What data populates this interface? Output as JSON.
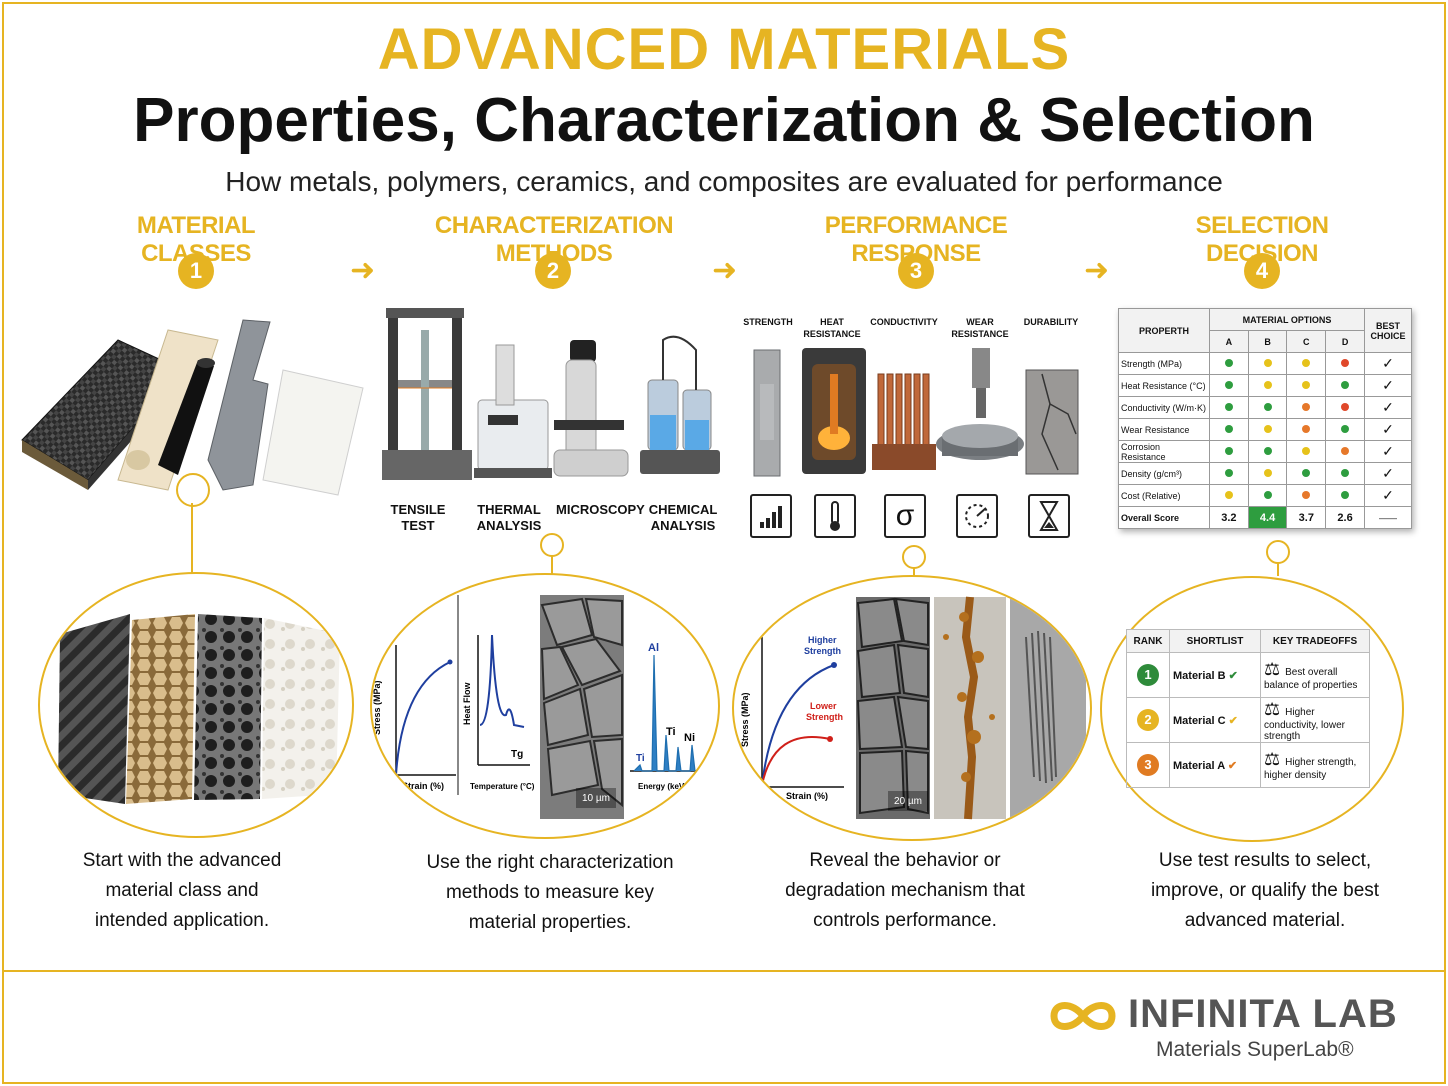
{
  "header": {
    "title": "ADVANCED MATERIALS",
    "subtitle": "Properties, Characterization & Selection",
    "tagline": "How metals, polymers, ceramics, and composites are evaluated for performance"
  },
  "steps": [
    {
      "number": "1",
      "heading": "MATERIAL CLASSES",
      "caption": [
        "Start with the advanced",
        "material class and",
        "intended application."
      ]
    },
    {
      "number": "2",
      "heading": "CHARACTERIZATION METHODS",
      "caption": [
        "Use the right characterization",
        "methods to measure key",
        "material properties."
      ]
    },
    {
      "number": "3",
      "heading": "PERFORMANCE RESPONSE",
      "caption": [
        "Reveal the behavior or",
        "degradation mechanism that",
        "controls performance."
      ]
    },
    {
      "number": "4",
      "heading": "SELECTION DECISION",
      "caption": [
        "Use test results to select,",
        "improve, or qualify the best",
        "advanced material."
      ]
    }
  ],
  "methods": [
    [
      "TENSILE",
      "TEST"
    ],
    [
      "THERMAL",
      "ANALYSIS"
    ],
    [
      "MICROSCOPY",
      ""
    ],
    [
      "CHEMICAL",
      "ANALYSIS"
    ]
  ],
  "responses": [
    {
      "label": [
        "STRENGTH",
        ""
      ],
      "icon": "bar-chart-icon"
    },
    {
      "label": [
        "HEAT",
        "RESISTANCE"
      ],
      "icon": "thermometer-icon"
    },
    {
      "label": [
        "CONDUCTIVITY",
        ""
      ],
      "icon": "sigma-icon"
    },
    {
      "label": [
        "WEAR",
        "RESISTANCE"
      ],
      "icon": "wear-icon"
    },
    {
      "label": [
        "DURABILITY",
        ""
      ],
      "icon": "hourglass-icon"
    }
  ],
  "plots": {
    "tensile": {
      "ylabel": "Stress (MPa)",
      "xlabel": "Strain (%)"
    },
    "thermal": {
      "ylabel": "Heat Flow",
      "xlabel": "Temperature (°C)",
      "marker": "Tg"
    },
    "micro_scale": "10 µm",
    "chem": {
      "xlabel": "Energy (keV)",
      "peaks": [
        "Al",
        "Ti",
        "Ti",
        "Ni"
      ]
    },
    "response": {
      "ylabel": "Stress (MPa)",
      "xlabel": "Strain (%)",
      "high": "Higher\nStrength",
      "low": "Lower\nStrength",
      "scale": "20 µm"
    }
  },
  "selection_table": {
    "col_property": "PROPERTH",
    "col_options": "MATERIAL OPTIONS",
    "col_best": "BEST CHOICE",
    "options": [
      "A",
      "B",
      "C",
      "D"
    ],
    "rows": [
      {
        "property": "Strength (MPa)",
        "ratings": [
          "green",
          "yellow",
          "yellow",
          "red"
        ],
        "best": "✓"
      },
      {
        "property": "Heat Resistance (°C)",
        "ratings": [
          "green",
          "yellow",
          "yellow",
          "green"
        ],
        "best": "✓"
      },
      {
        "property": "Conductivity (W/m·K)",
        "ratings": [
          "green",
          "green",
          "orange",
          "red"
        ],
        "best": "✓"
      },
      {
        "property": "Wear Resistance",
        "ratings": [
          "green",
          "yellow",
          "orange",
          "green"
        ],
        "best": "✓"
      },
      {
        "property": "Corrosion Resistance",
        "ratings": [
          "green",
          "green",
          "yellow",
          "orange"
        ],
        "best": "✓"
      },
      {
        "property": "Density (g/cm³)",
        "ratings": [
          "green",
          "yellow",
          "green",
          "green"
        ],
        "best": "✓"
      },
      {
        "property": "Cost (Relative)",
        "ratings": [
          "yellow",
          "green",
          "orange",
          "green"
        ],
        "best": "✓"
      }
    ],
    "score_label": "Overall Score",
    "scores": [
      "3.2",
      "4.4",
      "3.7",
      "2.6"
    ],
    "score_best": "——"
  },
  "rank_table": {
    "headers": [
      "RANK",
      "SHORTLIST",
      "KEY TRADEOFFS"
    ],
    "rows": [
      {
        "rank": "1",
        "material": "Material B",
        "tradeoff": "Best overall balance of properties",
        "color": "#2e8b3a"
      },
      {
        "rank": "2",
        "material": "Material C",
        "tradeoff": "Higher conductivity, lower strength",
        "color": "#e6b422"
      },
      {
        "rank": "3",
        "material": "Material A",
        "tradeoff": "Higher strength, higher density",
        "color": "#e07b22"
      }
    ]
  },
  "colors": {
    "accent": "#e6b422",
    "green": "#2e9d3f",
    "yellow": "#e6c21a",
    "orange": "#e6782a",
    "red": "#e0482a"
  },
  "logo": {
    "name": "INFINITA LAB",
    "sub": "Materials SuperLab®"
  }
}
